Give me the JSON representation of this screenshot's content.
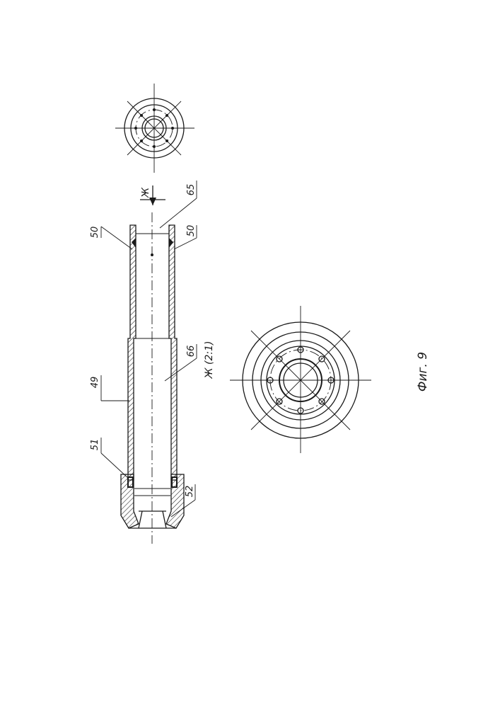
{
  "figure_caption": "Фиг. 9",
  "view_label": "Ж (2:1)",
  "view_arrow_label": "Ж",
  "callouts": {
    "c50_top": "50",
    "c50_bottom": "50",
    "c65": "65",
    "c66": "66",
    "c49": "49",
    "c51": "51",
    "c52": "52"
  },
  "colors": {
    "ink": "#1a1a1a",
    "paper": "#ffffff"
  }
}
